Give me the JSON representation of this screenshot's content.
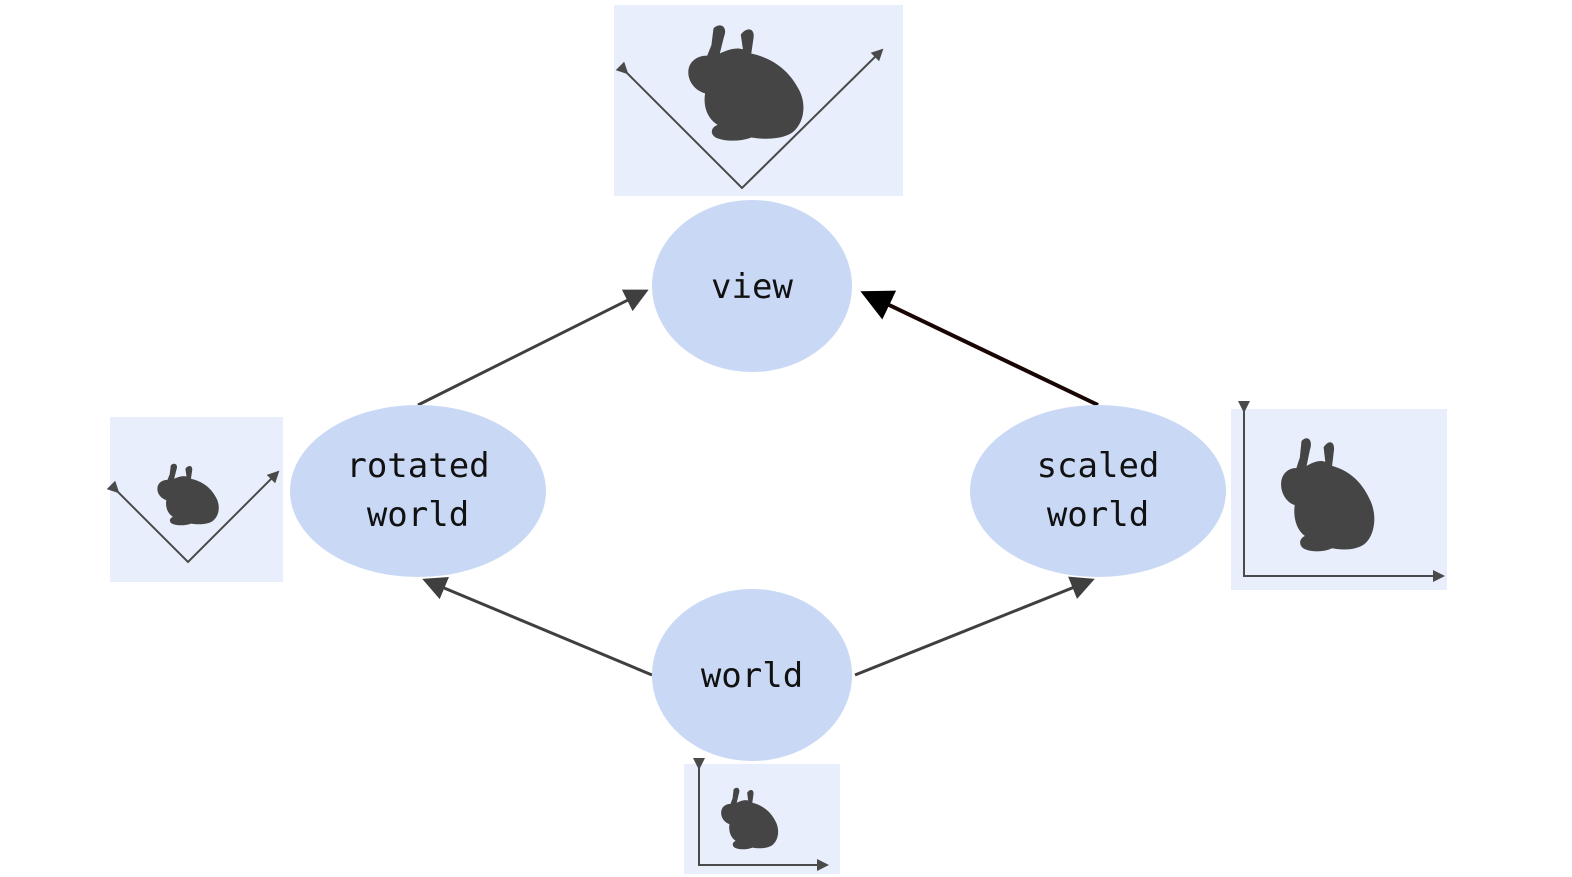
{
  "colors": {
    "node_fill": "#c9d9f5",
    "panel_fill": "#e8eefb",
    "bunny": "#454545",
    "edge": "#3f3f3f",
    "edge_highlight": "#1a0505"
  },
  "nodes": {
    "view": {
      "line1": "view",
      "line2": ""
    },
    "rotated_world": {
      "line1": "rotated",
      "line2": "world"
    },
    "scaled_world": {
      "line1": "scaled",
      "line2": "world"
    },
    "world": {
      "line1": "world",
      "line2": ""
    }
  },
  "edges": [
    {
      "from": "world",
      "to": "rotated_world"
    },
    {
      "from": "world",
      "to": "scaled_world"
    },
    {
      "from": "rotated_world",
      "to": "view"
    },
    {
      "from": "scaled_world",
      "to": "view",
      "emphasis": true
    }
  ],
  "panels": {
    "view": {
      "icon": "bunny-icon",
      "axes": "rotated"
    },
    "rotated_world": {
      "icon": "bunny-icon",
      "axes": "rotated"
    },
    "scaled_world": {
      "icon": "bunny-icon",
      "axes": "upright"
    },
    "world": {
      "icon": "bunny-icon",
      "axes": "upright"
    }
  }
}
